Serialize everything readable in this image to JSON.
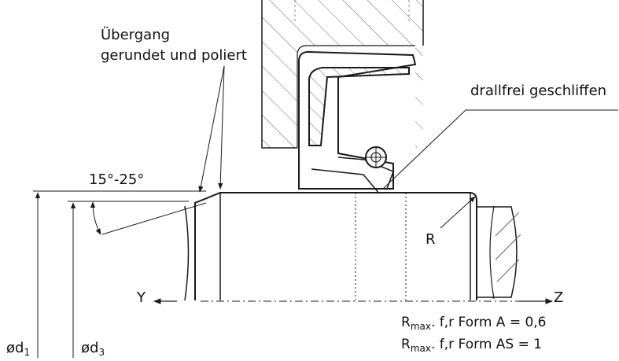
{
  "labels": {
    "transition_line1": "Übergang",
    "transition_line2": "gerundet und poliert",
    "angle": "15°-25°",
    "ground": "drallfrei geschliffen",
    "radius": "R",
    "axis_left": "Y",
    "axis_right": "Z",
    "d1_base": "ød",
    "d1_sub": "1",
    "d3_base": "ød",
    "d3_sub": "3",
    "rmax_a_base": "R",
    "rmax_a_sub": "max",
    "rmax_a_rest": ". f,r Form A = 0,6",
    "rmax_as_base": "R",
    "rmax_as_sub": "max",
    "rmax_as_rest": ". f,r Form AS = 1"
  },
  "colors": {
    "line": "#1a1a1a",
    "hatch": "#555555"
  }
}
